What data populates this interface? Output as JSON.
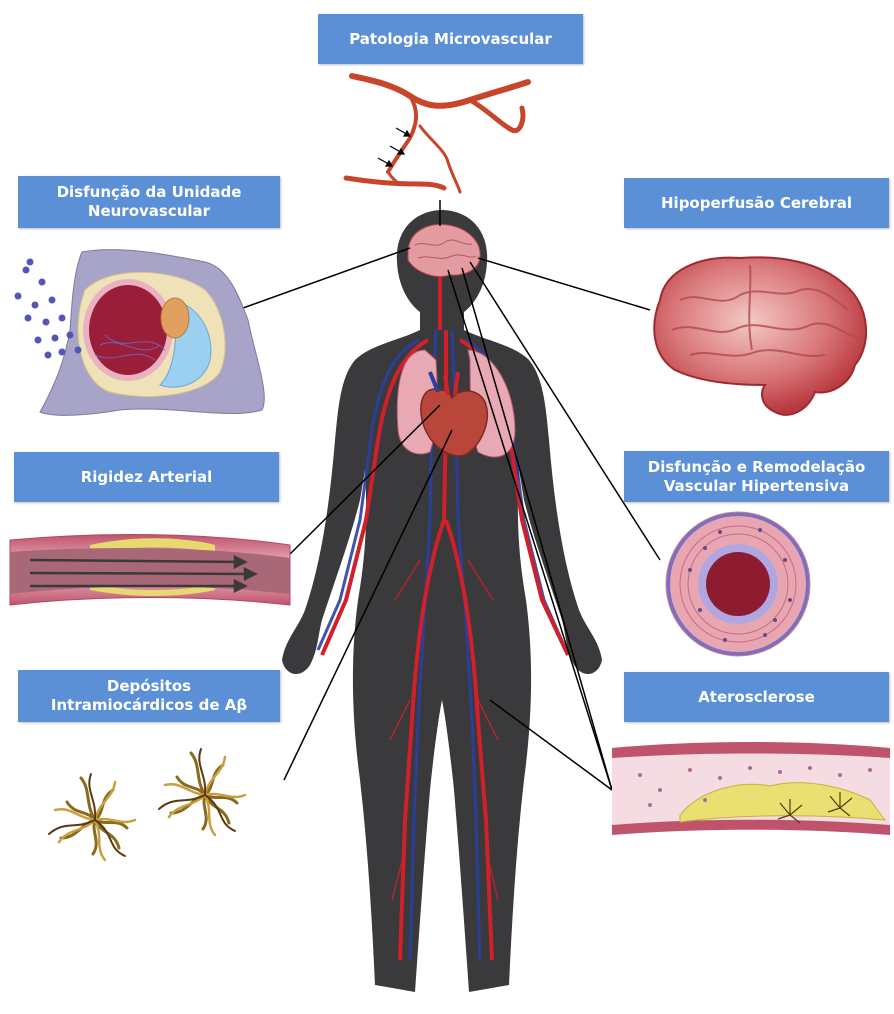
{
  "labels": {
    "microvascular": "Patologia Microvascular",
    "neurovascular_line1": "Disfunção da Unidade",
    "neurovascular_line2": "Neurovascular",
    "hypoperfusion": "Hipoperfusão Cerebral",
    "arterial_stiffness": "Rigidez Arterial",
    "hypertensive_line1": "Disfunção e Remodelação",
    "hypertensive_line2": "Vascular Hipertensiva",
    "abeta_line1": "Depósitos",
    "abeta_line2": "Intramiocárdicos de Aβ",
    "atherosclerosis": "Aterosclerose"
  },
  "colors": {
    "label_bg": "#5b8fd6",
    "body_silhouette": "#3a3a3c",
    "artery": "#d0202a",
    "vein": "#2b3fa0",
    "vessel_wall": "#d98a9a",
    "plaque": "#e8d870",
    "amyloid": "#8a6a1e"
  },
  "icons": [
    "microvessel-icon",
    "neurovascular-unit-icon",
    "brain-icon",
    "stiff-artery-icon",
    "hypertensive-vessel-icon",
    "amyloid-fibril-icon",
    "atherosclerotic-artery-icon",
    "human-body-icon",
    "heart-icon",
    "lungs-icon"
  ]
}
